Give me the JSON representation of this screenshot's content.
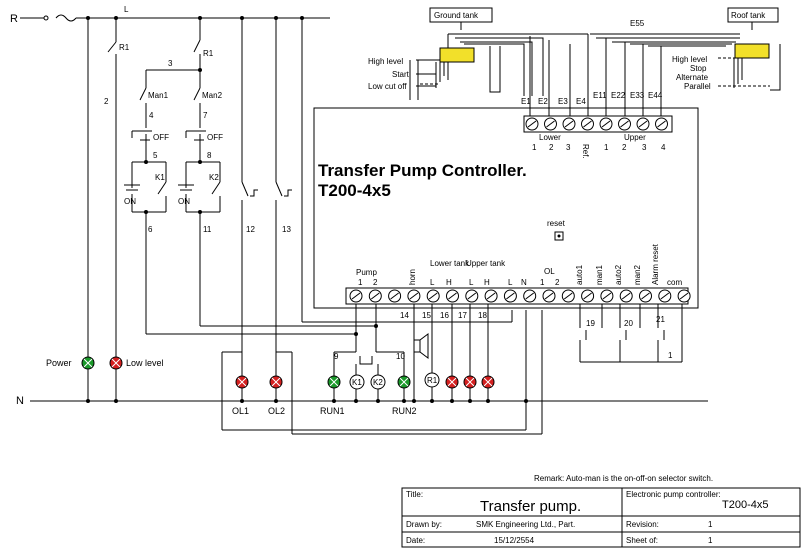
{
  "rails": {
    "phase": "R",
    "neutral": "N",
    "line": "L"
  },
  "wires": {
    "w2": "2",
    "w3": "3",
    "w4": "4",
    "w5": "5",
    "w6": "6",
    "w7": "7",
    "w8": "8",
    "w11": "11",
    "w12": "12",
    "w13": "13",
    "w14": "14",
    "w15": "15",
    "w16": "16",
    "w17": "17",
    "w18": "18",
    "w19": "19",
    "w20": "20",
    "w21": "21",
    "w1": "1",
    "w9": "9",
    "w10": "10"
  },
  "relays": {
    "r1a": "R1",
    "r1b": "R1",
    "k1": "K1",
    "k2": "K2"
  },
  "switches": {
    "man1": "Man1",
    "man2": "Man2",
    "off1": "OFF",
    "off2": "OFF",
    "on1": "ON",
    "on2": "ON"
  },
  "lamps": {
    "power": "Power",
    "low_level": "Low level",
    "ol1": "OL1",
    "ol2": "OL2",
    "run1": "RUN1",
    "run2": "RUN2",
    "k1": "K1",
    "k2": "K2",
    "r1": "R1"
  },
  "ground_tank": {
    "title": "Ground tank",
    "high": "High level",
    "start": "Start",
    "low_cut": "Low cut off"
  },
  "roof_tank": {
    "title": "Roof tank",
    "high": "High level",
    "stop": "Stop",
    "alternate": "Alternate",
    "parallel": "Parallel"
  },
  "electrodes": {
    "e1": "E1",
    "e2": "E2",
    "e3": "E3",
    "e4": "E4",
    "e11": "E11",
    "e22": "E22",
    "e33": "E33",
    "e44": "E44",
    "e55": "E55"
  },
  "controller": {
    "name": "Transfer Pump Controller.",
    "model": "T200-4x5",
    "lower": "Lower",
    "upper": "Upper",
    "ref": "Ref.",
    "lower_nums": [
      "1",
      "2",
      "3"
    ],
    "upper_nums": [
      "1",
      "2",
      "3",
      "4"
    ],
    "reset": "reset",
    "pump": "Pump",
    "pump_nums": [
      "1",
      "2"
    ],
    "horn": "horn",
    "lower_tank": "Lower tank",
    "upper_tank": "Upper tank",
    "l": "L",
    "h": "H",
    "n": "N",
    "ol": "OL",
    "ol_nums": [
      "1",
      "2"
    ],
    "auto1": "auto1",
    "man1": "man1",
    "auto2": "auto2",
    "man2": "man2",
    "alarm_reset": "Alarm reset",
    "com": "com"
  },
  "remark": "Remark: Auto-man is  the on-off-on selector switch.",
  "title_block": {
    "title_label": "Title:",
    "title": "Transfer pump.",
    "controller_label": "Electronic pump controller:",
    "controller": "T200-4x5",
    "drawn_label": "Drawn by:",
    "drawn": "SMK Engineering Ltd., Part.",
    "revision_label": "Revision:",
    "revision": "1",
    "date_label": "Date:",
    "date": "15/12/2554",
    "sheet_label": "Sheet of:",
    "sheet": "1"
  },
  "colors": {
    "lamp_green": "#1a9a2a",
    "lamp_red": "#d42020",
    "float": "#f2e02a"
  }
}
